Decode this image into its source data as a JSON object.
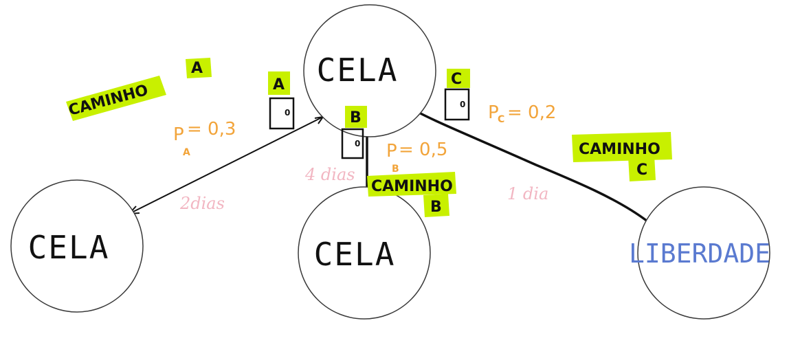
{
  "nodes": {
    "top": {
      "label": "CELA"
    },
    "left": {
      "label": "CELA"
    },
    "middle": {
      "label": "CELA"
    },
    "right": {
      "label": "LIBERDADE"
    }
  },
  "paths": {
    "a": {
      "name_line1": "CAMINHO",
      "name_line2": "A",
      "door_letter": "A",
      "door_knob": "0",
      "prob_label": "P",
      "prob_sub": "A",
      "prob_value": "= 0,3",
      "days": "2dias"
    },
    "b": {
      "name_line1": "CAMINHO",
      "name_line2": "B",
      "door_letter": "B",
      "door_knob": "0",
      "prob_label": "P",
      "prob_sub": "B",
      "prob_value": "= 0,5",
      "days": "4 dias"
    },
    "c": {
      "name_line1": "CAMINHO",
      "name_line2": "C",
      "door_letter": "C",
      "door_knob": "0",
      "prob_label": "P",
      "prob_sub": "C",
      "prob_value": "= 0,2",
      "days": "1 dia"
    }
  },
  "colors": {
    "highlight": "#c8f000",
    "probability": "#f2a43a",
    "days": "#f2b6c2",
    "freedom": "#5a7ad0"
  }
}
